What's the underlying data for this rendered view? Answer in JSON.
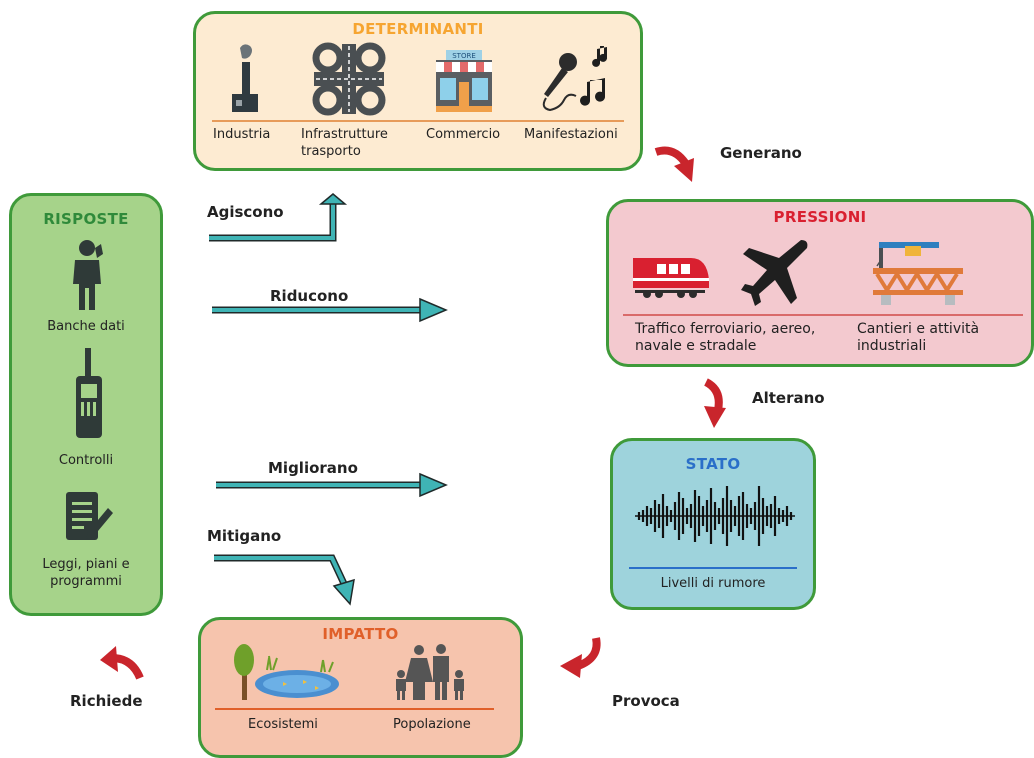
{
  "determinanti": {
    "title": "DETERMINANTI",
    "items": [
      "Industria",
      "Infrastrutture trasporto",
      "Commercio",
      "Manifestazioni"
    ],
    "store_sign": "STORE"
  },
  "pressioni": {
    "title": "PRESSIONI",
    "items": [
      "Traffico ferroviario, aereo, navale e stradale",
      "Cantieri e attività industriali"
    ]
  },
  "stato": {
    "title": "STATO",
    "items": [
      "Livelli di rumore"
    ]
  },
  "impatto": {
    "title": "IMPATTO",
    "items": [
      "Ecosistemi",
      "Popolazione"
    ]
  },
  "risposte": {
    "title": "RISPOSTE",
    "items": [
      "Banche dati",
      "Controlli",
      "Leggi, piani e programmi"
    ]
  },
  "verbs": {
    "generano": "Generano",
    "alterano": "Alterano",
    "provoca": "Provoca",
    "richiede": "Richiede",
    "agiscono": "Agiscono",
    "riducono": "Riducono",
    "migliorano": "Migliorano",
    "mitigano": "Mitigano"
  },
  "colors": {
    "box_border": "#3f9a3a",
    "determinanti_bg": "#fdebd2",
    "pressioni_bg": "#f3c9cf",
    "stato_bg": "#9ed3dc",
    "impatto_bg": "#f6c4ad",
    "risposte_bg": "#a6d38a",
    "title_orange": "#f6a531",
    "title_red": "#d92030",
    "title_blue": "#2a6fc9",
    "title_green": "#2f8a3a",
    "arrow_red": "#c9252c",
    "arrow_teal": "#3fb4b5"
  },
  "icons": [
    "factory-chimney-icon",
    "highway-interchange-icon",
    "store-icon",
    "microphone-music-icon",
    "train-icon",
    "airplane-icon",
    "crane-bridge-icon",
    "sound-wave-icon",
    "tree-pond-icon",
    "family-icon",
    "person-phone-icon",
    "walkie-talkie-icon",
    "document-pen-icon"
  ]
}
